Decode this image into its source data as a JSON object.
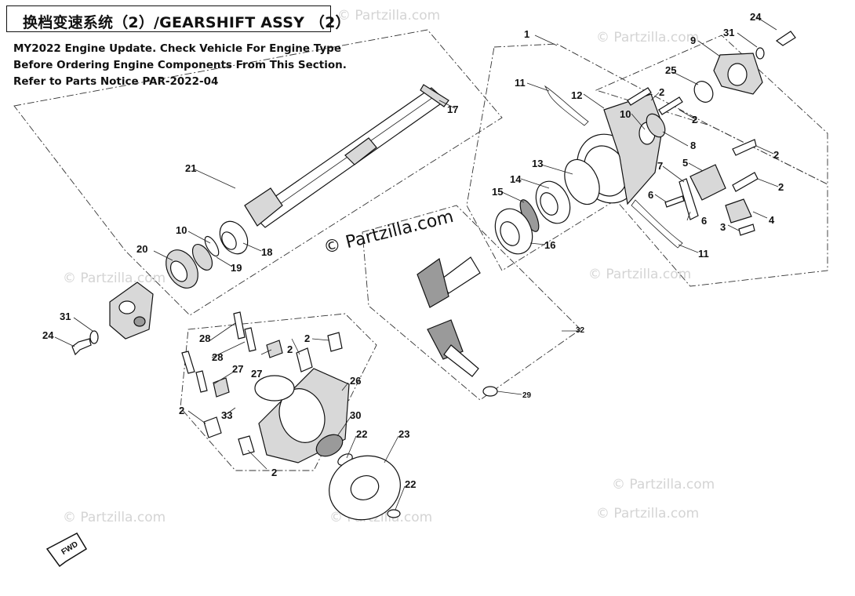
{
  "title": "换档变速系统（2）/GEARSHIFT ASSY （2）",
  "notice_lines": [
    "MY2022 Engine Update. Check Vehicle For Engine Type",
    "Before Ordering Engine Components From This Section.",
    "Refer to Parts Notice PAR-2022-04"
  ],
  "watermark": "© Partzilla.com",
  "fwd_label": "FWD",
  "callouts": {
    "c1": "1",
    "c2": "2",
    "c3": "3",
    "c4": "4",
    "c5": "5",
    "c6": "6",
    "c7": "7",
    "c8": "8",
    "c9": "9",
    "c10": "10",
    "c11": "11",
    "c12": "12",
    "c13": "13",
    "c14": "14",
    "c15": "15",
    "c16": "16",
    "c17": "17",
    "c18": "18",
    "c19": "19",
    "c20": "20",
    "c21": "21",
    "c22": "22",
    "c23": "23",
    "c24": "24",
    "c25": "25",
    "c26": "26",
    "c27": "27",
    "c28": "28",
    "c29": "29",
    "c30": "30",
    "c31": "31",
    "c32": "32",
    "c33": "33"
  }
}
